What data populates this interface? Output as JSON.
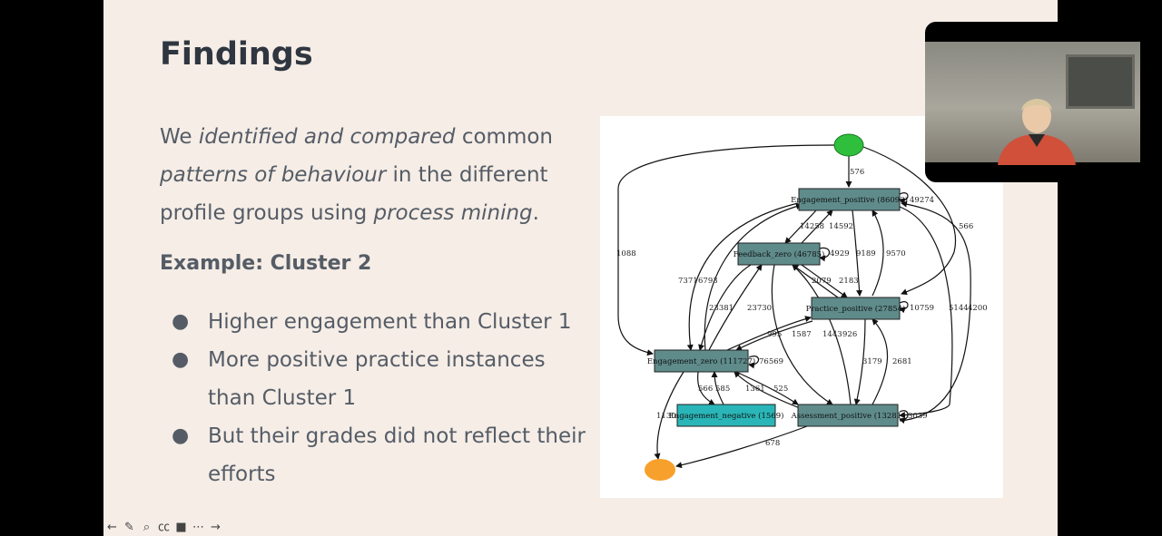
{
  "slide": {
    "title": "Findings",
    "intro_parts": [
      "We ",
      "identified and compared",
      " common ",
      "patterns of behaviour",
      "  in the different profile groups using ",
      "process mining",
      "."
    ],
    "example_heading": "Example: Cluster 2",
    "bullets": [
      "Higher engagement than Cluster 1",
      "More positive practice instances than  Cluster 1",
      "But their grades did not reflect their efforts"
    ],
    "bullet_symbol": "●"
  },
  "process_map": {
    "nodes": {
      "engagement_positive": "Engagement_positive (86093)",
      "feedback_zero": "Feedback_zero (46785)",
      "practice_positive": "Practice_positive (27854)",
      "engagement_zero": "Engagement_zero (111727)",
      "engagement_negative": "Engagement_negative (1569)",
      "assessment_positive": "Assessment_positive (13281)"
    },
    "edge_labels": {
      "start_to_ep": "576",
      "ep_self": "49274",
      "start_to_ez": "1088",
      "start_to_pp": "566",
      "ep_to_fz": "14258",
      "fz_to_ep": "14592",
      "fz_self": "4929",
      "ep_to_pp": "9189",
      "pp_to_ep": "9570",
      "ep_to_ez": "7371",
      "ez_to_ep": "6793",
      "pp_to_fz": "2079",
      "fz_to_pp": "2183",
      "ez_to_fz": "23381",
      "fz_to_ez": "23730",
      "pp_self": "10759",
      "ep_to_ap": "5144",
      "ap_to_ep": "4200",
      "fz_to_ap": "995",
      "ez_to_pp": "1587",
      "pp_to_ez": "1443",
      "ap_to_fz": "926",
      "pp_to_ap": "3179",
      "ap_to_pp": "2681",
      "ez_self": "76569",
      "ez_to_en": "566",
      "en_to_ez": "585",
      "ez_to_ap": "1361",
      "ap_to_ez": "525",
      "ez_to_end": "1130",
      "ap_self": "3039",
      "ap_to_end": "678"
    },
    "colors": {
      "start": "#2fbf3c",
      "end": "#f7a02b",
      "node_dark": "#5f8b8b",
      "node_light": "#2ab6b8"
    }
  },
  "toolbar": {
    "buttons": [
      {
        "name": "prev-icon",
        "glyph": "←"
      },
      {
        "name": "pen-icon",
        "glyph": "✎"
      },
      {
        "name": "zoom-icon",
        "glyph": "⌕"
      },
      {
        "name": "captions-icon",
        "glyph": "㏄"
      },
      {
        "name": "camera-icon",
        "glyph": "■"
      },
      {
        "name": "more-icon",
        "glyph": "⋯"
      },
      {
        "name": "next-icon",
        "glyph": "→"
      }
    ]
  }
}
